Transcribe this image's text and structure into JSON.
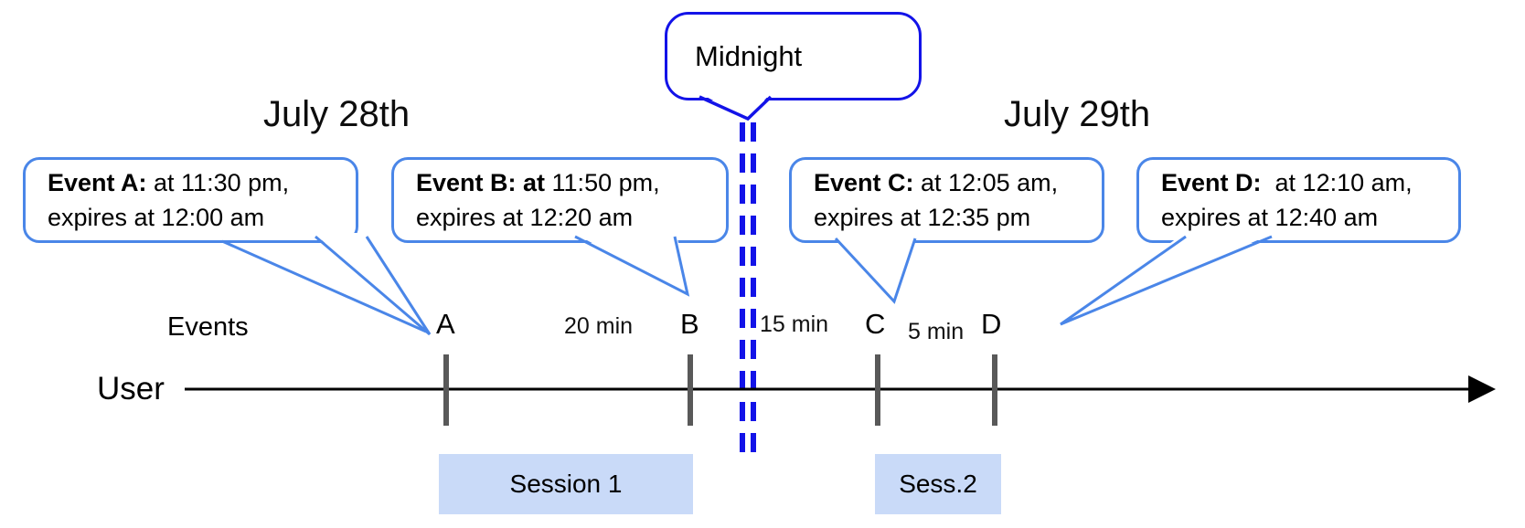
{
  "dates": {
    "left": "July 28th",
    "right": "July 29th"
  },
  "midnight": {
    "label": "Midnight"
  },
  "callouts": [
    {
      "id": "A",
      "bold": "Event A:",
      "rest": " at 11:30 pm,",
      "line2": "expires at 12:00 am"
    },
    {
      "id": "B",
      "bold": "Event B: at",
      "rest": " 11:50 pm,",
      "line2": "expires at 12:20 am"
    },
    {
      "id": "C",
      "bold": "Event C:",
      "rest": " at 12:05 am,",
      "line2": "expires at 12:35 pm"
    },
    {
      "id": "D",
      "bold": "Event D:",
      "rest": "  at 12:10 am,",
      "line2": "expires at 12:40 am"
    }
  ],
  "timeline": {
    "events_label": "Events",
    "user_label": "User",
    "markers": [
      "A",
      "B",
      "C",
      "D"
    ],
    "gaps": [
      "20 min",
      "15 min",
      "5 min"
    ]
  },
  "sessions": [
    {
      "label": "Session 1"
    },
    {
      "label": "Sess.2"
    }
  ],
  "colors": {
    "callout_border": "#4a86e8",
    "midnight_blue": "#1313e8",
    "session_fill": "#c9daf8",
    "tick_color": "#595959",
    "axis_color": "#000000"
  }
}
